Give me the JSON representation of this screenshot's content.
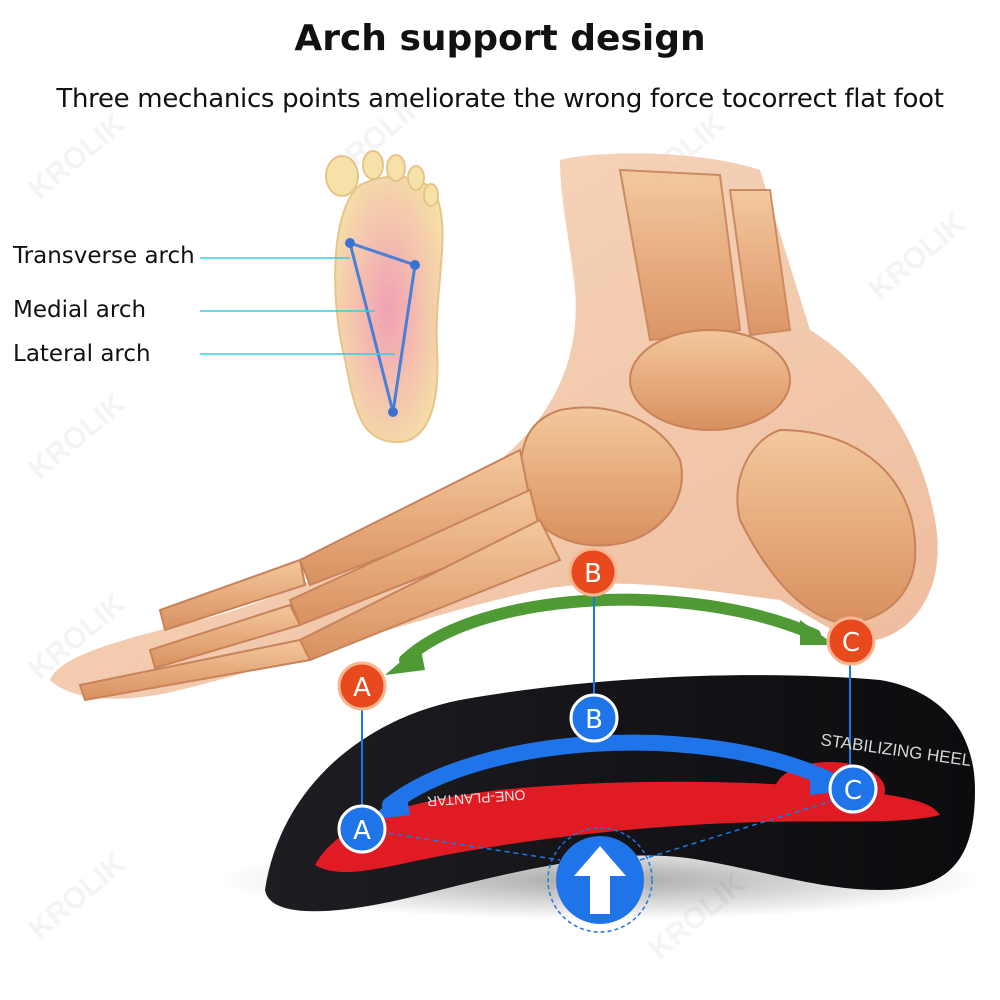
{
  "heading": {
    "title": "Arch support design",
    "subtitle": "Three mechanics points ameliorate the wrong force tocorrect flat foot"
  },
  "arch_labels": {
    "transverse": "Transverse arch",
    "medial": "Medial arch",
    "lateral": "Lateral arch"
  },
  "points": {
    "a": "A",
    "b": "B",
    "c": "C"
  },
  "insole_text": {
    "stabilizing": "STABILIZING HEEL",
    "plantar": "ONE-PLANTAR"
  },
  "watermark": "KROLIK",
  "colors": {
    "orange_marker": "#e8491d",
    "blue_marker": "#1e74e8",
    "green_arrow": "#4f9a35",
    "insole_red": "#e01b24",
    "insole_black": "#141414",
    "guide_line": "#2fd0e6"
  }
}
